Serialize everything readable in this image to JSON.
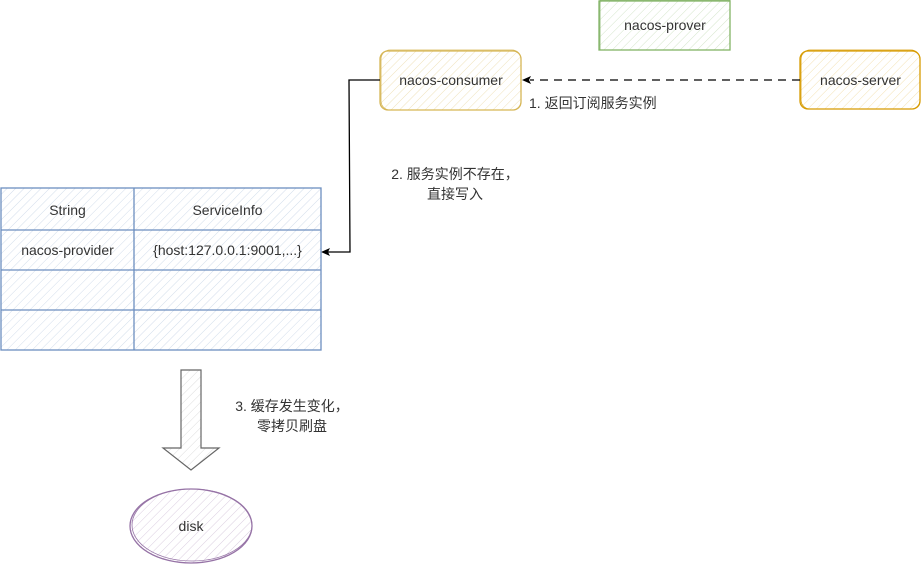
{
  "colors": {
    "green_stroke": "#82b366",
    "green_fill": "#d5e8d4",
    "orange_stroke": "#d6b656",
    "orange_fill": "#fff2cc",
    "server_stroke": "#d79b00",
    "server_fill": "#ffe6cc",
    "blue_stroke": "#6c8ebf",
    "blue_fill": "#dae8fc",
    "purple_stroke": "#9673a6",
    "purple_fill": "#e1d5e7",
    "arrow_fill": "#f5f5f5",
    "arrow_stroke": "#666666"
  },
  "nodes": {
    "prover": "nacos-prover",
    "consumer": "nacos-consumer",
    "server": "nacos-server",
    "disk": "disk"
  },
  "table": {
    "headers": [
      "String",
      "ServiceInfo"
    ],
    "rows": [
      [
        "nacos-provider",
        "{host:127.0.0.1:9001,...}"
      ],
      [
        "",
        ""
      ],
      [
        "",
        ""
      ]
    ]
  },
  "edges": {
    "step1": "1. 返回订阅服务实例",
    "step2_line1": "2. 服务实例不存在，",
    "step2_line2": "直接写入",
    "step3_line1": "3. 缓存发生变化，",
    "step3_line2": "零拷贝刷盘"
  }
}
